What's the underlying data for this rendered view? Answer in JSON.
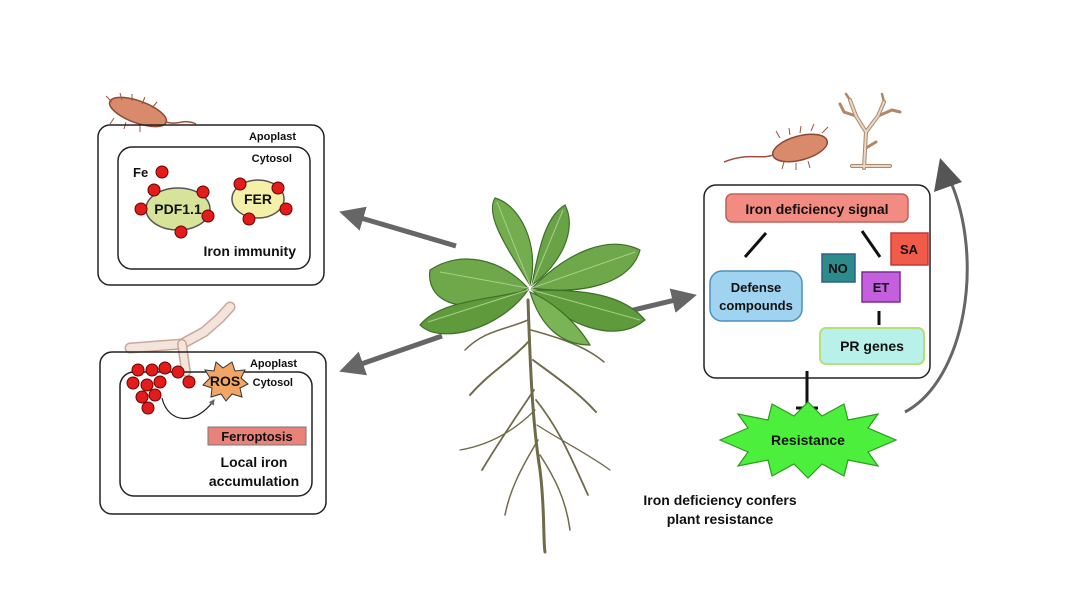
{
  "top_left_panel": {
    "apoplast": "Apoplast",
    "cytosol": "Cytosol",
    "fe": "Fe",
    "pdf": "PDF1.1",
    "fer": "FER",
    "caption": "Iron immunity"
  },
  "bottom_left_panel": {
    "apoplast": "Apoplast",
    "cytosol": "Cytosol",
    "ros": "ROS",
    "ferroptosis": "Ferroptosis",
    "caption_line1": "Local iron",
    "caption_line2": "accumulation"
  },
  "right_panel": {
    "signal": "Iron deficiency signal",
    "defense_line1": "Defense",
    "defense_line2": "compounds",
    "no": "NO",
    "sa": "SA",
    "et": "ET",
    "pr": "PR genes",
    "resistance": "Resistance",
    "caption_line1": "Iron deficiency confers",
    "caption_line2": "plant resistance"
  },
  "colors": {
    "signal_fill": "#f28b82",
    "defense_fill": "#9fd3f0",
    "no_fill": "#2e8b8b",
    "sa_fill": "#f25b4a",
    "et_fill": "#c45fe0",
    "pr_fill": "#b8f0ea",
    "resistance_fill": "#4cef3c",
    "iron_dot": "#e31b1b",
    "pdf_fill": "#d8e39a",
    "fer_fill": "#f4f0a8",
    "ros_fill": "#f3a664",
    "ferroptosis_fill": "#e9837a",
    "leaf": "#5f9b3c",
    "root": "#6f6a48"
  },
  "icons": [
    "bacterium-icon",
    "fungus-icon",
    "plant-icon"
  ]
}
